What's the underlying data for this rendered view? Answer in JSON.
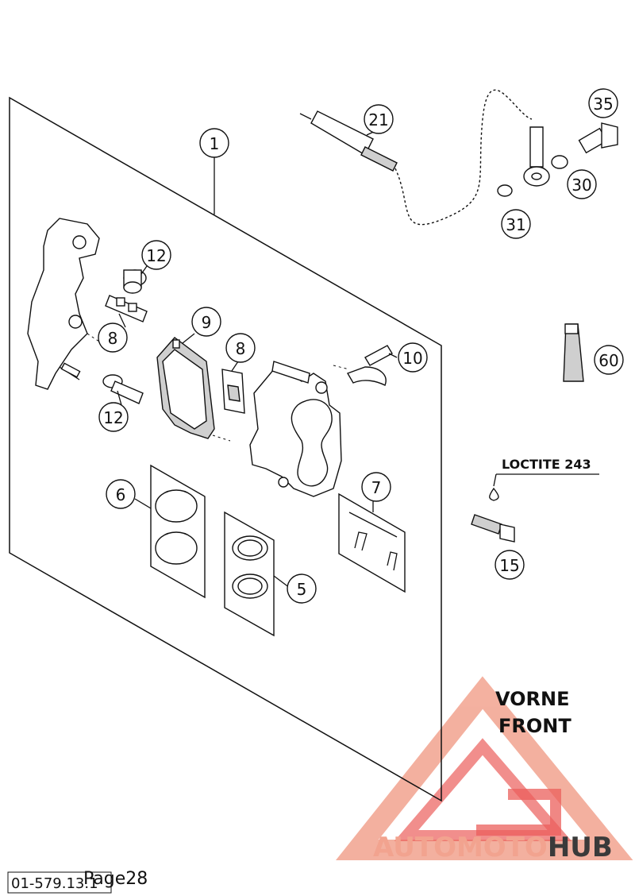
{
  "callouts": {
    "c1": "1",
    "c21": "21",
    "c35": "35",
    "c30": "30",
    "c31": "31",
    "c12a": "12",
    "c8a": "8",
    "c9": "9",
    "c8b": "8",
    "c10": "10",
    "c12b": "12",
    "c60": "60",
    "c6": "6",
    "c7": "7",
    "c5": "5",
    "c15": "15"
  },
  "labels": {
    "loctite": "LOCTITE 243",
    "vorne": "VORNE",
    "front": "FRONT"
  },
  "footer": {
    "code": "01-579.13.1",
    "page": "Page28"
  },
  "watermark": {
    "part1": "AUTOMOTO",
    "part2": "HUB",
    "color_primary": "#e8433f",
    "color_secondary": "#f2a38f",
    "color_dark": "#3a3a3a"
  },
  "icons": {
    "logo": "automotohub-triangle-logo"
  }
}
